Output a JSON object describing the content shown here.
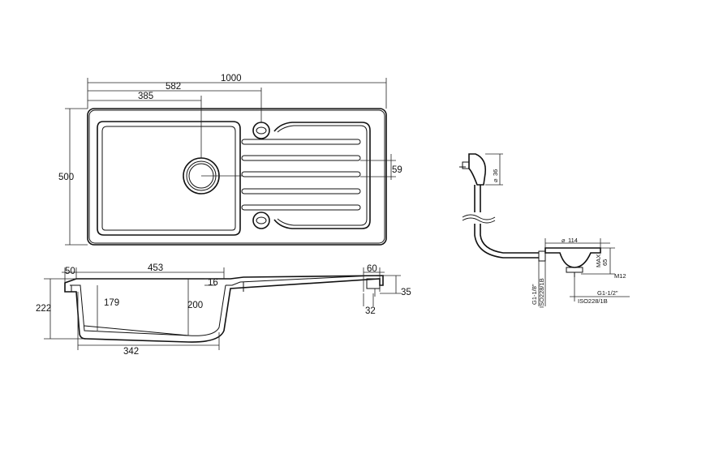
{
  "top_view": {
    "overall_width": "1000",
    "to_tap_hole": "582",
    "to_waste_center": "385",
    "overall_depth": "500",
    "groove_spacing": "59"
  },
  "section_view": {
    "rim_left": "50",
    "bowl_width": "453",
    "rim_right": "60",
    "height_total": "222",
    "bowl_depth_left": "179",
    "bowl_depth_right": "200",
    "rim_step": "16",
    "drainer_height": "35",
    "drainer_edge": "32",
    "bowl_bottom": "342"
  },
  "waste_detail": {
    "top_diameter": "36",
    "diameter_mark": "⌀",
    "basket_diameter": "114",
    "max_label": "MAX",
    "max_value": "65",
    "bolt": "M12",
    "overflow_thread": "G1-1/8\"",
    "overflow_standard": "ISO228/1B",
    "outlet_thread": "G1-1/2\"",
    "outlet_standard": "ISO228/1B"
  }
}
